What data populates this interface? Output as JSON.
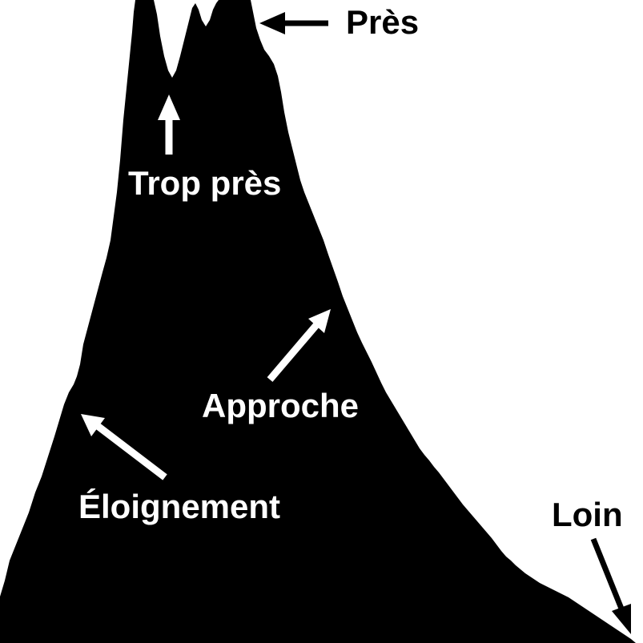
{
  "labels": {
    "pres": "Près",
    "trop_pres": "Trop près",
    "approche": "Approche",
    "eloignement": "Éloignement",
    "loin": "Loin"
  },
  "colors": {
    "background": "#ffffff",
    "silhouette": "#000000",
    "label_on_dark": "#ffffff",
    "label_on_light": "#000000"
  }
}
